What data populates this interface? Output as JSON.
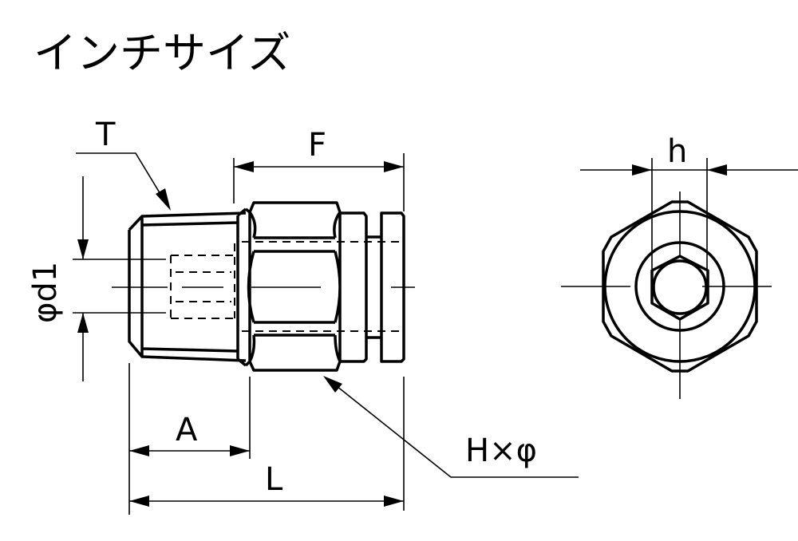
{
  "title": "インチサイズ",
  "labels": {
    "T": "T",
    "F": "F",
    "d1": "φd1",
    "A": "A",
    "L": "L",
    "H": "H×φ",
    "h": "h"
  }
}
